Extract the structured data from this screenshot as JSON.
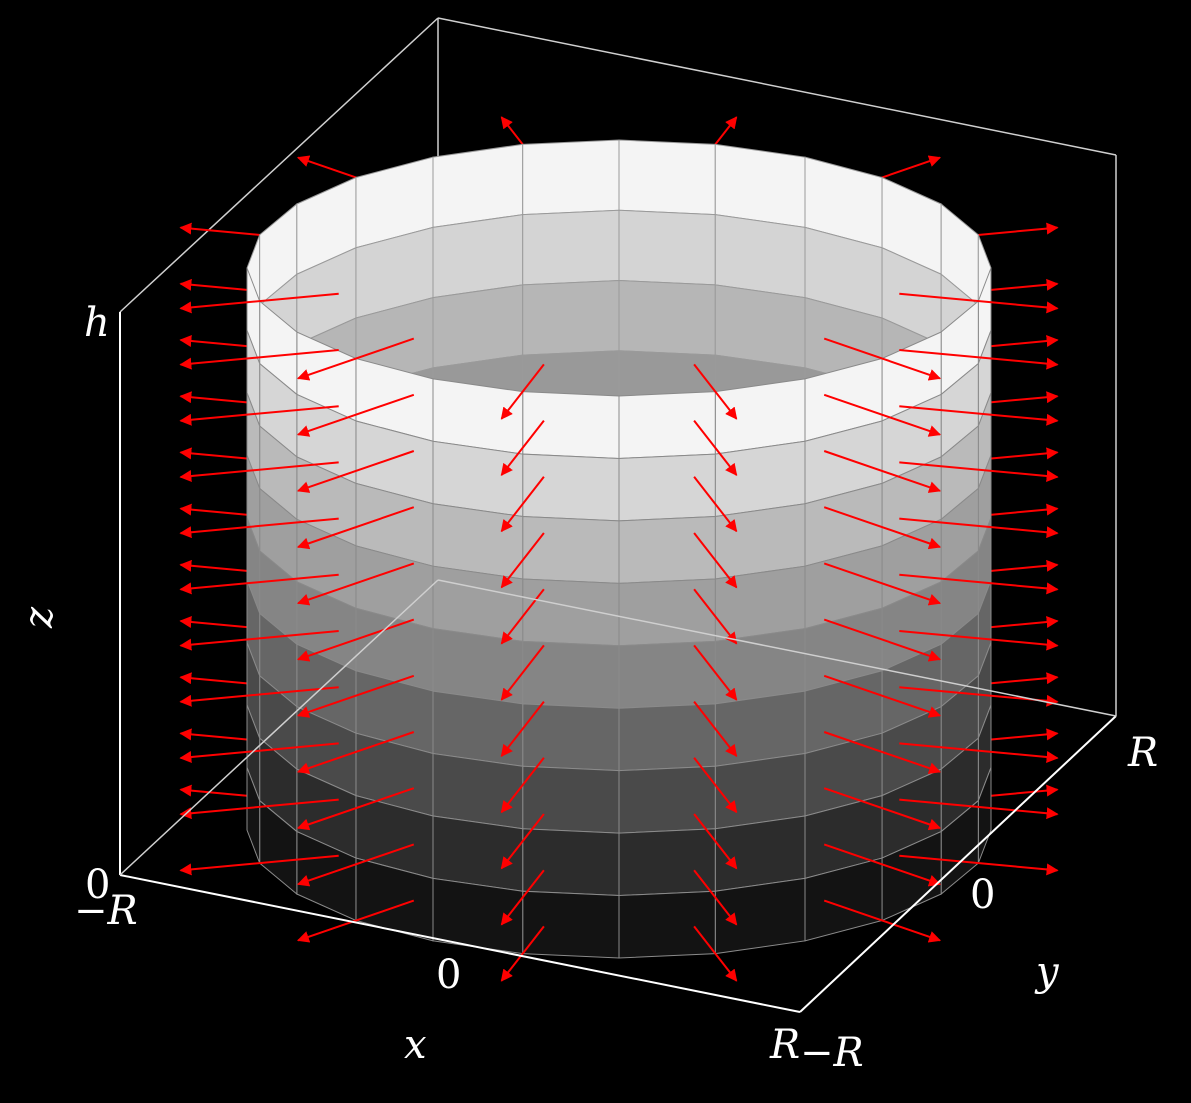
{
  "labels": {
    "x_axis": "x",
    "y_axis": "y",
    "z_axis": "z",
    "x_ticks": [
      "−R",
      "0",
      "R"
    ],
    "y_ticks": [
      "−R",
      "0",
      "R"
    ],
    "z_ticks": [
      "0",
      "h"
    ]
  },
  "colors": {
    "background": "#000000",
    "arrow": "#ff0000",
    "box": "#cfcfcf",
    "axis": "#ffffff"
  },
  "surface": {
    "shape": "cylinder",
    "segments": 24,
    "bands": 8,
    "band_shades_outer_top_to_bottom": [
      "#f4f4f4",
      "#d6d6d6",
      "#bababa",
      "#9f9f9f",
      "#858585",
      "#666666",
      "#4a4a4a",
      "#2c2c2c",
      "#131313"
    ],
    "band_shades_inner_top_to_bottom": [
      "#f4f4f4",
      "#d4d4d4",
      "#b6b6b6",
      "#999999",
      "#7c7c7c",
      "#5e5e5e"
    ]
  },
  "vector_field": {
    "type": "radial",
    "levels": 11,
    "directions": 12
  }
}
